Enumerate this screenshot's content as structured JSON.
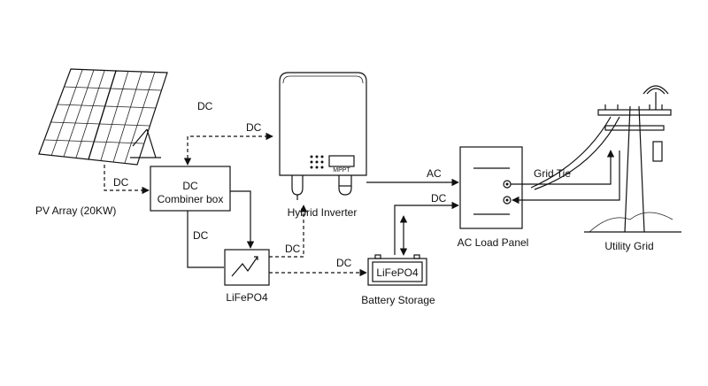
{
  "components": {
    "pv_array": "PV Array (20KW)",
    "combiner_top": "DC",
    "combiner_bottom": "Combiner box",
    "hybrid_inverter": "Hybrid Inverter",
    "inverter_display": "MPPT",
    "lifepo4_unit": "LiFePO4",
    "battery_label": "LiFePO4",
    "battery_storage": "Battery Storage",
    "ac_load_panel": "AC Load Panel",
    "utility_grid": "Utility Grid"
  },
  "connections": {
    "dc_top": "DC",
    "dc_to_inverter": "DC",
    "dc_pv_combiner": "DC",
    "dc_combiner_lifepo4": "DC",
    "dc_lifepo4_inverter": "DC",
    "dc_lifepo4_battery": "DC",
    "ac_inverter_panel": "AC",
    "dc_battery_panel": "DC",
    "grid_tie": "Grid Tie"
  }
}
